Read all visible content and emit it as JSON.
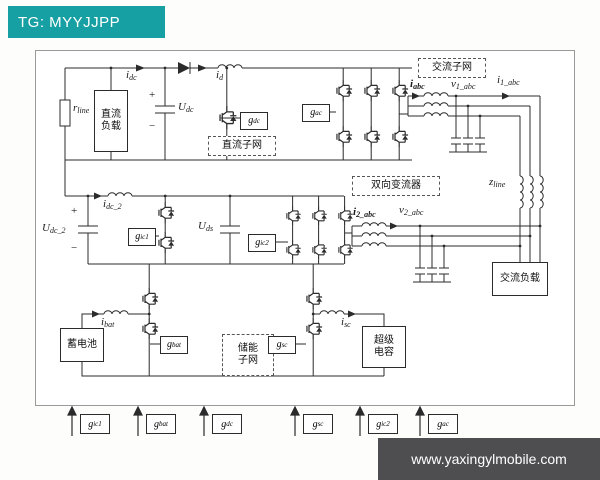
{
  "header": {
    "tag_label": "TG: MYYJJPP"
  },
  "footer": {
    "site_url": "www.yaxingylmobile.com"
  },
  "colors": {
    "header_bg": "#17a0a3",
    "footer_bg": "#4e4e50",
    "wire": "#2b2b2b"
  },
  "diagram": {
    "component_boxes": {
      "dc_load": {
        "line1": "直流",
        "line2": "负载"
      },
      "battery": {
        "line1": "蓄电池"
      },
      "supercapacitor": {
        "line1": "超级",
        "line2": "电容"
      },
      "ac_load": {
        "line1": "交流负载"
      }
    },
    "region_boxes": {
      "dc_subnet": "直流子网",
      "ac_subnet": "交流子网",
      "bidirectional_converter": "双向变流器",
      "storage_subnet": {
        "line1": "储能",
        "line2": "子网"
      }
    },
    "signal_labels": {
      "i_dc": {
        "base": "i",
        "sub": "dc"
      },
      "i_d": {
        "base": "i",
        "sub": "d"
      },
      "u_dc": {
        "base": "U",
        "sub": "dc"
      },
      "g_dc": {
        "base": "g",
        "sub": "dc"
      },
      "g_ac": {
        "base": "g",
        "sub": "ac"
      },
      "i_abc": {
        "base": "i",
        "sub": "abc"
      },
      "v_1_abc": {
        "base": "v",
        "sub": "1_abc"
      },
      "i_1_abc": {
        "base": "i",
        "sub": "1_abc"
      },
      "z_line": {
        "base": "z",
        "sub": "line"
      },
      "r_line": {
        "base": "r",
        "sub": "line"
      },
      "i_dc_2": {
        "base": "i",
        "sub": "dc_2"
      },
      "u_dc_2": {
        "base": "U",
        "sub": "dc_2"
      },
      "g_ic1": {
        "base": "g",
        "sub": "ic1"
      },
      "u_ds": {
        "base": "U",
        "sub": "ds"
      },
      "g_ic2": {
        "base": "g",
        "sub": "ic2"
      },
      "i_2_abc": {
        "base": "i",
        "sub": "2_abc"
      },
      "v_2_abc": {
        "base": "v",
        "sub": "2_abc"
      },
      "i_bat": {
        "base": "i",
        "sub": "bat"
      },
      "g_bat": {
        "base": "g",
        "sub": "bat"
      },
      "g_sc": {
        "base": "g",
        "sub": "sc"
      },
      "i_sc": {
        "base": "i",
        "sub": "sc"
      }
    },
    "polarity": {
      "plus": "+",
      "minus": "−"
    },
    "gate_signal_row": [
      {
        "base": "g",
        "sub": "ic1"
      },
      {
        "base": "g",
        "sub": "bat"
      },
      {
        "base": "g",
        "sub": "dc"
      },
      {
        "base": "g",
        "sub": "sc"
      },
      {
        "base": "g",
        "sub": "ic2"
      },
      {
        "base": "g",
        "sub": "ac"
      }
    ]
  }
}
